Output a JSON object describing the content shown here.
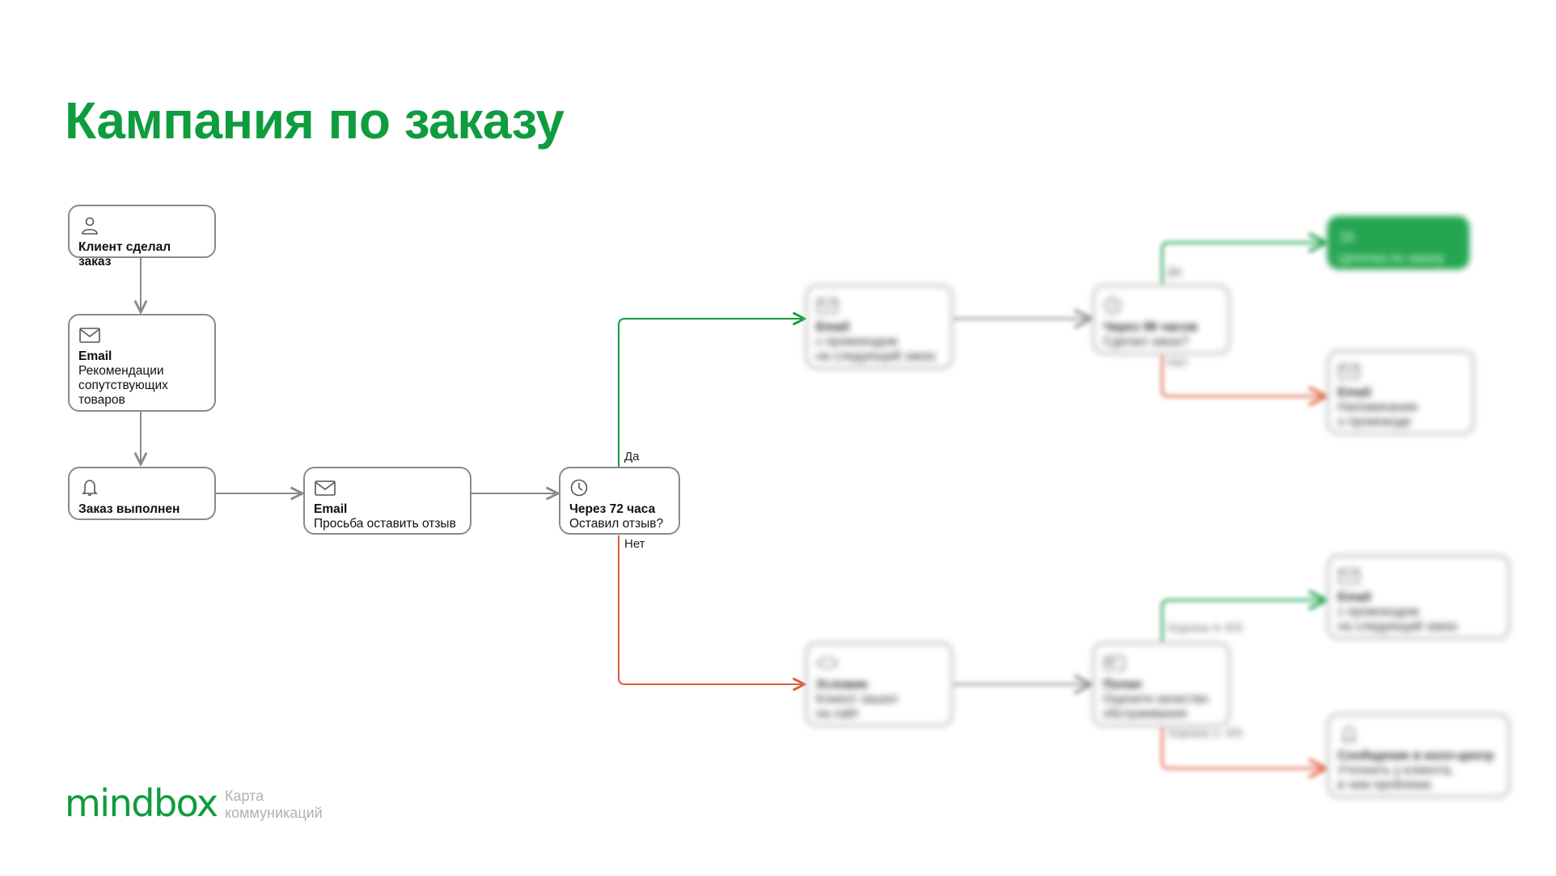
{
  "title": "Кампания по заказу",
  "colors": {
    "brand": "#0e9c3e",
    "yes_branch": "#0e9c3e",
    "no_branch": "#e05a3a",
    "edge": "#8a8a8a"
  },
  "nodes": [
    {
      "id": "n1",
      "icon": "person-icon",
      "title": "Клиент сделал заказ",
      "desc": "",
      "blurred": false
    },
    {
      "id": "n2",
      "icon": "envelope-icon",
      "title": "Email",
      "desc": "Рекомендации\nсопутствующих\nтоваров",
      "blurred": false
    },
    {
      "id": "n3",
      "icon": "bell-icon",
      "title": "Заказ выполнен",
      "desc": "",
      "blurred": false
    },
    {
      "id": "n4",
      "icon": "envelope-icon",
      "title": "Email",
      "desc": "Просьба оставить отзыв",
      "blurred": false
    },
    {
      "id": "n5",
      "icon": "clock-icon",
      "title": "Через 72 часа",
      "desc": "Оставил отзыв?",
      "blurred": false
    },
    {
      "id": "n6",
      "icon": "envelope-icon",
      "title": "Email",
      "desc": "с промокодом\nна следующий заказ",
      "blurred": true
    },
    {
      "id": "n7",
      "icon": "clock-icon",
      "title": "Через 96 часов",
      "desc": "Сделал заказ?",
      "blurred": true
    },
    {
      "id": "n8",
      "icon": "fast-forward-icon",
      "title": "",
      "desc": "Цепочка по заказу",
      "blurred": true
    },
    {
      "id": "n9",
      "icon": "envelope-icon",
      "title": "Email",
      "desc": "Напоминание\nо промокоде",
      "blurred": true
    },
    {
      "id": "n10",
      "icon": "eye-icon",
      "title": "Условие",
      "desc": "Клиент зашел\nна сайт",
      "blurred": true
    },
    {
      "id": "n11",
      "icon": "popup-icon",
      "title": "Попап",
      "desc": "Оцените качество\nобслуживания",
      "blurred": true
    },
    {
      "id": "n12",
      "icon": "envelope-icon",
      "title": "Email",
      "desc": "с промокодом\nна следующий заказ",
      "blurred": true
    },
    {
      "id": "n13",
      "icon": "bell-icon",
      "title": "Сообщение в колл-центр",
      "desc": "Уточнить у клиента,\nв чем проблема",
      "blurred": true
    }
  ],
  "edge_labels": {
    "yes": "Да",
    "no": "Нет",
    "yes2": "Да",
    "no2": "Нет",
    "rating_high": "Оценка 4–5/5",
    "rating_low": "Оценка 1–3/5"
  },
  "footer": {
    "brand": "mindbox",
    "subtitle": "Карта\nкоммуникаций"
  }
}
